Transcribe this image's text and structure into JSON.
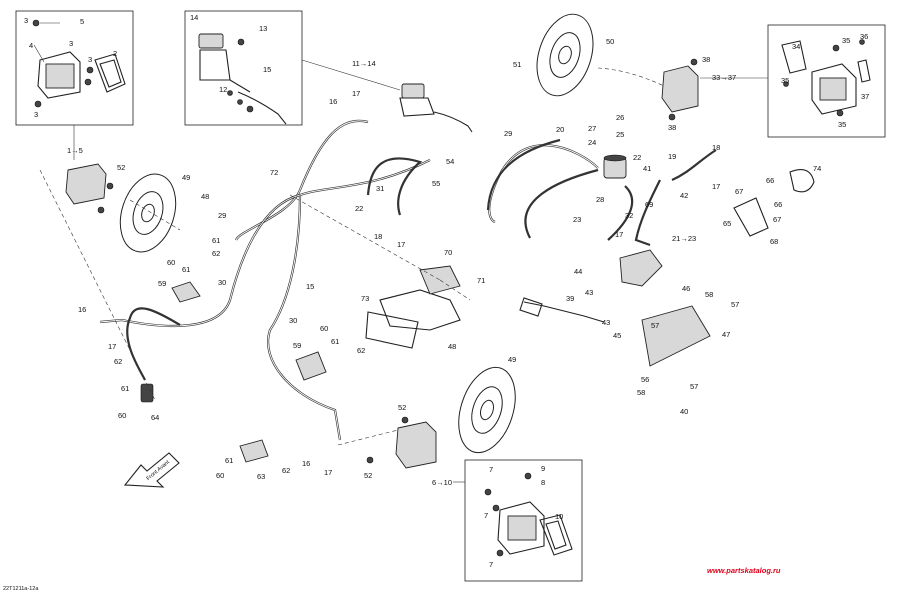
{
  "reference_code": "22T1211a-12a",
  "watermark": "www.partskatalog.ru",
  "front_arrow": "Front Avant",
  "callouts": {
    "c_3a": "3",
    "c_5a": "5",
    "c_4a": "4",
    "c_3b": "3",
    "c_2a": "2",
    "c_3c": "3",
    "c_3d": "3",
    "c_14a": "14",
    "c_13a": "13",
    "c_15a": "15",
    "c_12a": "12",
    "c_11_14": "11→14",
    "c_16a": "16",
    "c_17a": "17",
    "c_1_5": "1→5",
    "c_52a": "52",
    "c_49a": "49",
    "c_48a": "48",
    "c_29a": "29",
    "c_72a": "72",
    "c_31a": "31",
    "c_22a": "22",
    "c_18a": "18",
    "c_17b": "17",
    "c_54a": "54",
    "c_55a": "55",
    "c_61a": "61",
    "c_62a": "62",
    "c_60a": "60",
    "c_59a": "59",
    "c_30a": "30",
    "c_15b": "15",
    "c_16b": "16",
    "c_17c": "17",
    "c_62b": "62",
    "c_61b": "61",
    "c_60b": "60",
    "c_64a": "64",
    "c_30b": "30",
    "c_60c": "60",
    "c_61c": "61",
    "c_62c": "62",
    "c_59b": "59",
    "c_70a": "70",
    "c_71a": "71",
    "c_73a": "73",
    "c_48b": "48",
    "c_49b": "49",
    "c_52b": "52",
    "c_52c": "52",
    "c_61d": "61",
    "c_62d": "62",
    "c_60d": "60",
    "c_63a": "63",
    "c_16c": "16",
    "c_17d": "17",
    "c_6_10": "6→10",
    "c_7a": "7",
    "c_9a": "9",
    "c_8a": "8",
    "c_7b": "7",
    "c_10a": "10",
    "c_7c": "7",
    "c_51a": "51",
    "c_50a": "50",
    "c_38a": "38",
    "c_38b": "38",
    "c_33_37": "33→37",
    "c_34a": "34",
    "c_35a": "35",
    "c_36a": "36",
    "c_35b": "35",
    "c_37a": "37",
    "c_35c": "35",
    "c_20a": "20",
    "c_29b": "29",
    "c_26a": "26",
    "c_27a": "27",
    "c_25a": "25",
    "c_24a": "24",
    "c_22b": "22",
    "c_28a": "28",
    "c_23a": "23",
    "c_32a": "32",
    "c_69a": "69",
    "c_17e": "17",
    "c_21_23": "21→23",
    "c_41a": "41",
    "c_19a": "19",
    "c_18b": "18",
    "c_42a": "42",
    "c_17f": "17",
    "c_74a": "74",
    "c_67a": "67",
    "c_66a": "66",
    "c_66b": "66",
    "c_67b": "67",
    "c_65a": "65",
    "c_68a": "68",
    "c_44a": "44",
    "c_43a": "43",
    "c_39a": "39",
    "c_43b": "43",
    "c_45a": "45",
    "c_46a": "46",
    "c_58a": "58",
    "c_57a": "57",
    "c_57b": "57",
    "c_47a": "47",
    "c_56a": "56",
    "c_57c": "57",
    "c_58b": "58",
    "c_40a": "40"
  }
}
